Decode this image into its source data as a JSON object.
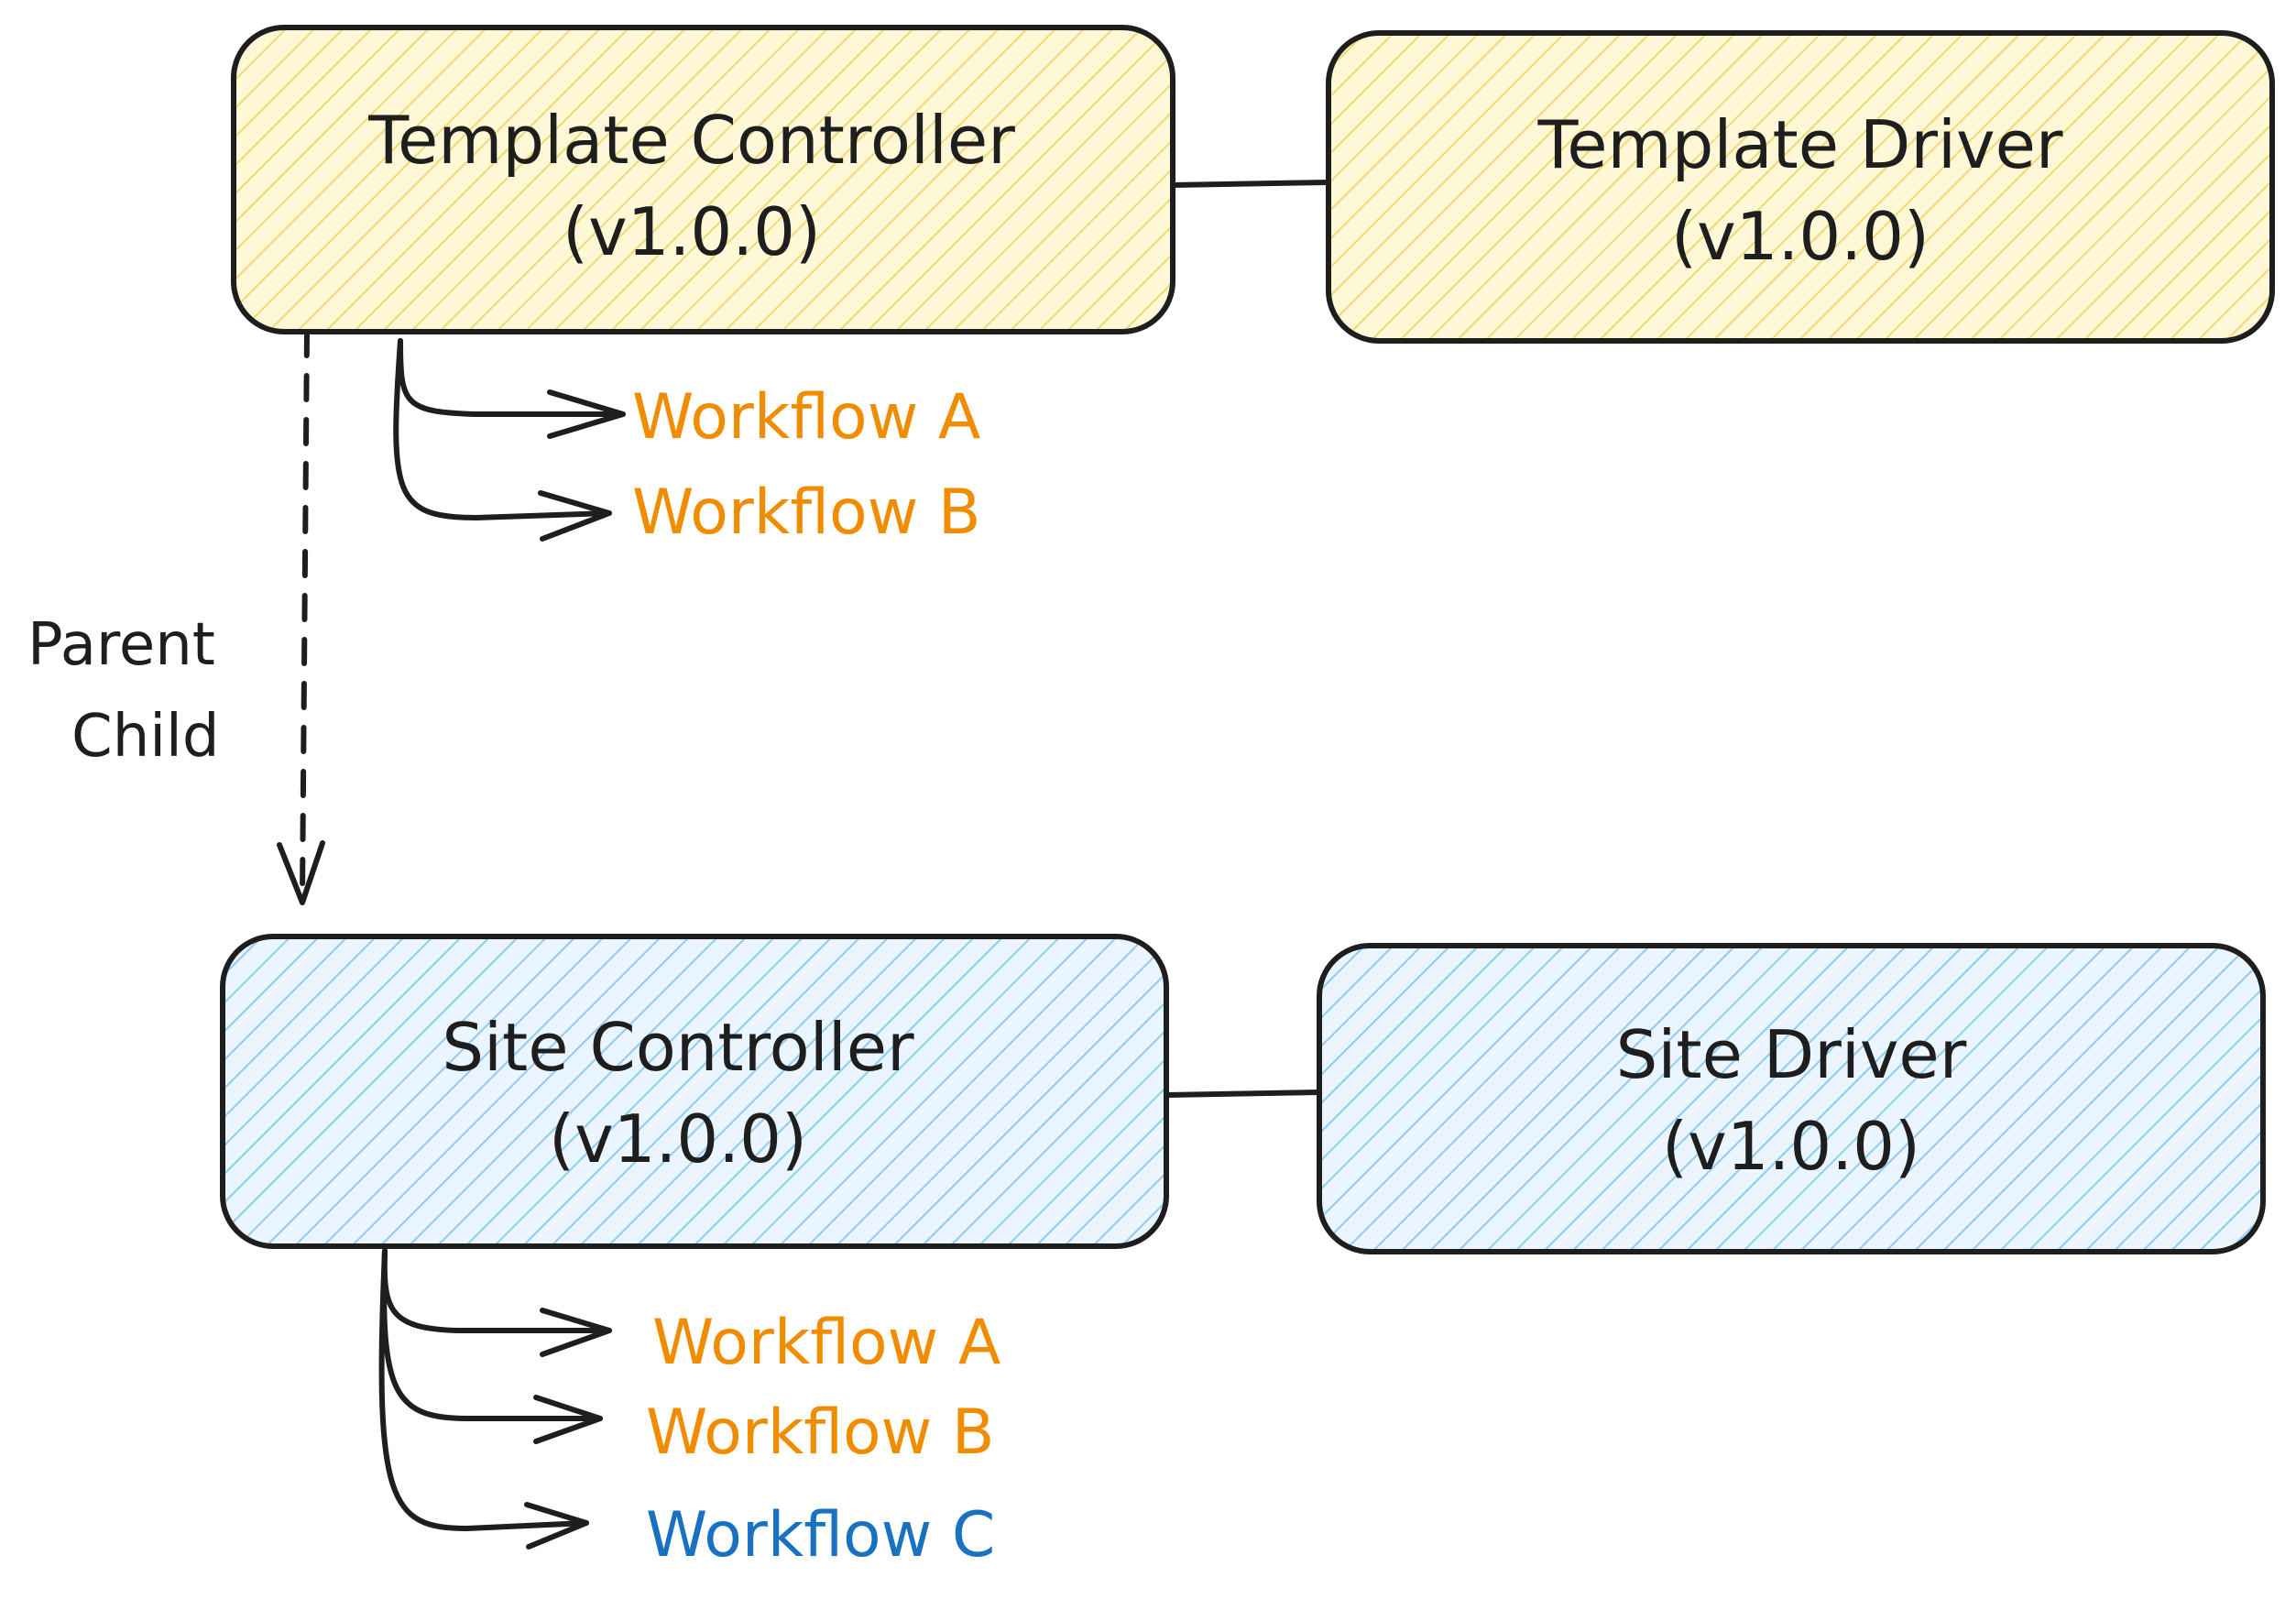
{
  "colors": {
    "template_fill": "#ffec99",
    "template_hatch": "#f5d66a",
    "site_fill": "#d0ebff",
    "site_hatch": "#74c0fc",
    "stroke": "#1e1e1e",
    "workflow_shared": "#f08c00",
    "workflow_new": "#1971c2"
  },
  "template_controller": {
    "name": "Template Controller",
    "version": "(v1.0.0)"
  },
  "template_driver": {
    "name": "Template Driver",
    "version": "(v1.0.0)"
  },
  "site_controller": {
    "name": "Site Controller",
    "version": "(v1.0.0)"
  },
  "site_driver": {
    "name": "Site Driver",
    "version": "(v1.0.0)"
  },
  "relationship": {
    "line1": "Parent",
    "line2": "Child"
  },
  "template_workflows": [
    "Workflow A",
    "Workflow B"
  ],
  "site_workflows": [
    "Workflow A",
    "Workflow B",
    "Workflow C"
  ]
}
